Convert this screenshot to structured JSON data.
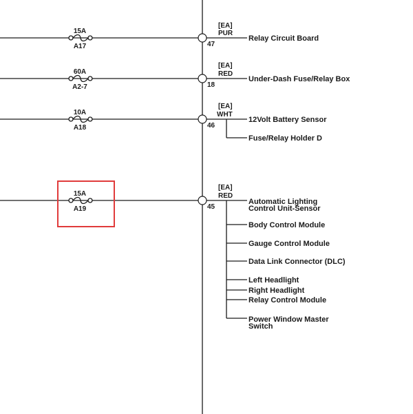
{
  "diagram": {
    "circuits": [
      {
        "fuse": {
          "rating": "15A",
          "id": "A17"
        },
        "connector": {
          "code": "[EA]",
          "color": "PUR",
          "pin": "47"
        },
        "destinations": [
          "Relay Circuit Board"
        ]
      },
      {
        "fuse": {
          "rating": "60A",
          "id": "A2-7"
        },
        "connector": {
          "code": "[EA]",
          "color": "RED",
          "pin": "18"
        },
        "destinations": [
          "Under-Dash Fuse/Relay Box"
        ]
      },
      {
        "fuse": {
          "rating": "10A",
          "id": "A18"
        },
        "connector": {
          "code": "[EA]",
          "color": "WHT",
          "pin": "46"
        },
        "destinations": [
          "12Volt Battery Sensor",
          "Fuse/Relay Holder D"
        ]
      },
      {
        "fuse": {
          "rating": "15A",
          "id": "A19",
          "highlighted": true
        },
        "connector": {
          "code": "[EA]",
          "color": "RED",
          "pin": "45"
        },
        "destinations": [
          [
            "Automatic Lighting",
            "Control Unit-Sensor"
          ],
          "Body Control Module",
          "Gauge Control Module",
          "Data Link Connector (DLC)",
          "Left Headlight",
          "Right Headlight",
          "Relay Control Module",
          [
            "Power Window Master",
            "Switch"
          ]
        ]
      }
    ],
    "colors": {
      "line": "#1a1a1a",
      "highlight": "#e03a3a"
    }
  }
}
